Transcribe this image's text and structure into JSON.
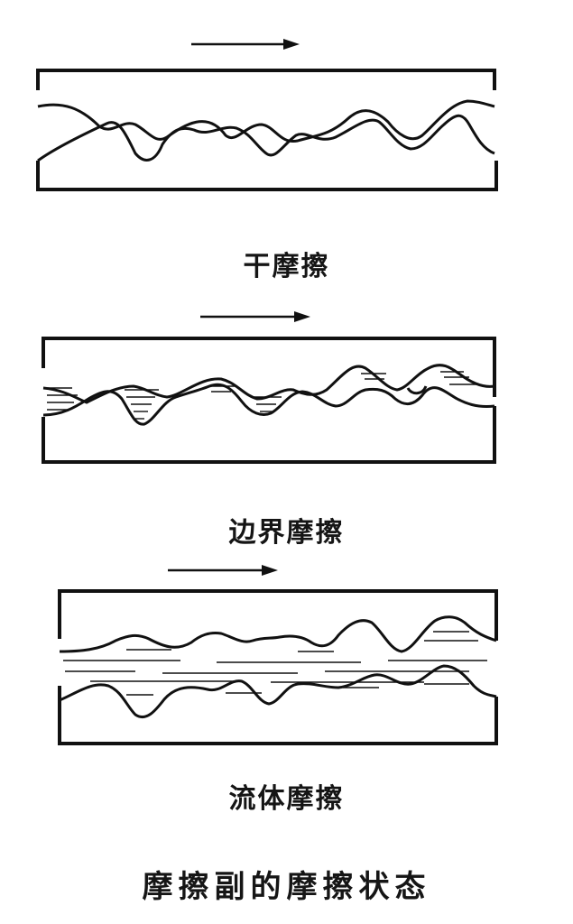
{
  "captions": {
    "dry": "干摩擦",
    "boundary": "边界摩擦",
    "fluid": "流体摩擦",
    "title": "摩擦副的摩擦状态"
  },
  "icons": {
    "motion_arrow": "right-arrow-icon"
  },
  "colors": {
    "ink": "#111111",
    "paper": "#ffffff"
  }
}
